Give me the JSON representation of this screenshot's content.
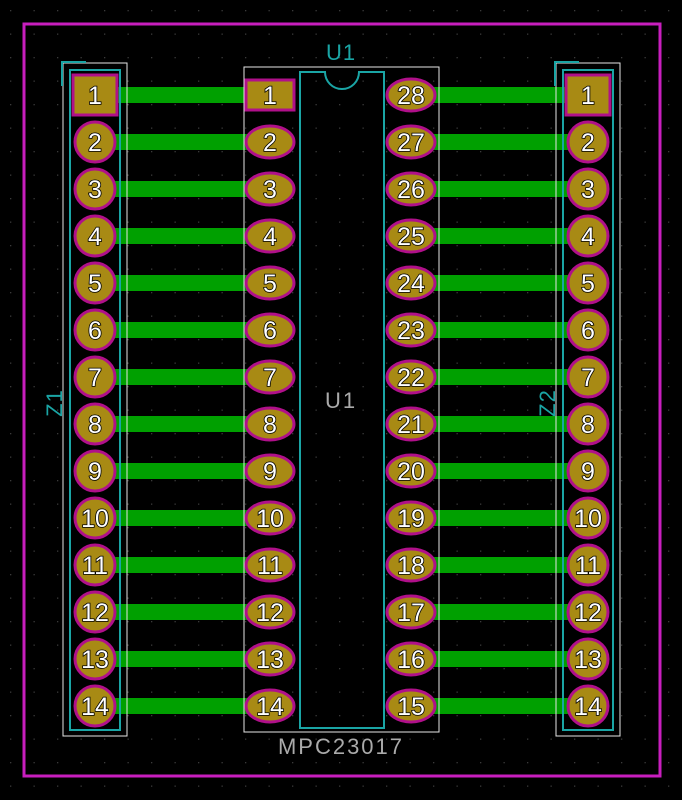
{
  "board": {
    "colors": {
      "background": "#000000",
      "grid_dot": "#3a3a3a",
      "edge_cuts": "#c81ebe",
      "track": "#00a000",
      "pad_fill": "#a88a14",
      "pad_outline": "#b0108a",
      "silkscreen": "#1aa5a5",
      "courtyard": "#e6e6e6",
      "fab_value": "#aaaaaa"
    }
  },
  "components": {
    "z1": {
      "reference": "Z1",
      "pins": [
        "1",
        "2",
        "3",
        "4",
        "5",
        "6",
        "7",
        "8",
        "9",
        "10",
        "11",
        "12",
        "13",
        "14"
      ]
    },
    "u1": {
      "reference_top": "U1",
      "reference_center": "U1",
      "value": "MPC23017",
      "left_pins": [
        "1",
        "2",
        "3",
        "4",
        "5",
        "6",
        "7",
        "8",
        "9",
        "10",
        "11",
        "12",
        "13",
        "14"
      ],
      "right_pins": [
        "28",
        "27",
        "26",
        "25",
        "24",
        "23",
        "22",
        "21",
        "20",
        "19",
        "18",
        "17",
        "16",
        "15"
      ]
    },
    "z2": {
      "reference": "Z2",
      "pins": [
        "1",
        "2",
        "3",
        "4",
        "5",
        "6",
        "7",
        "8",
        "9",
        "10",
        "11",
        "12",
        "13",
        "14"
      ]
    }
  }
}
